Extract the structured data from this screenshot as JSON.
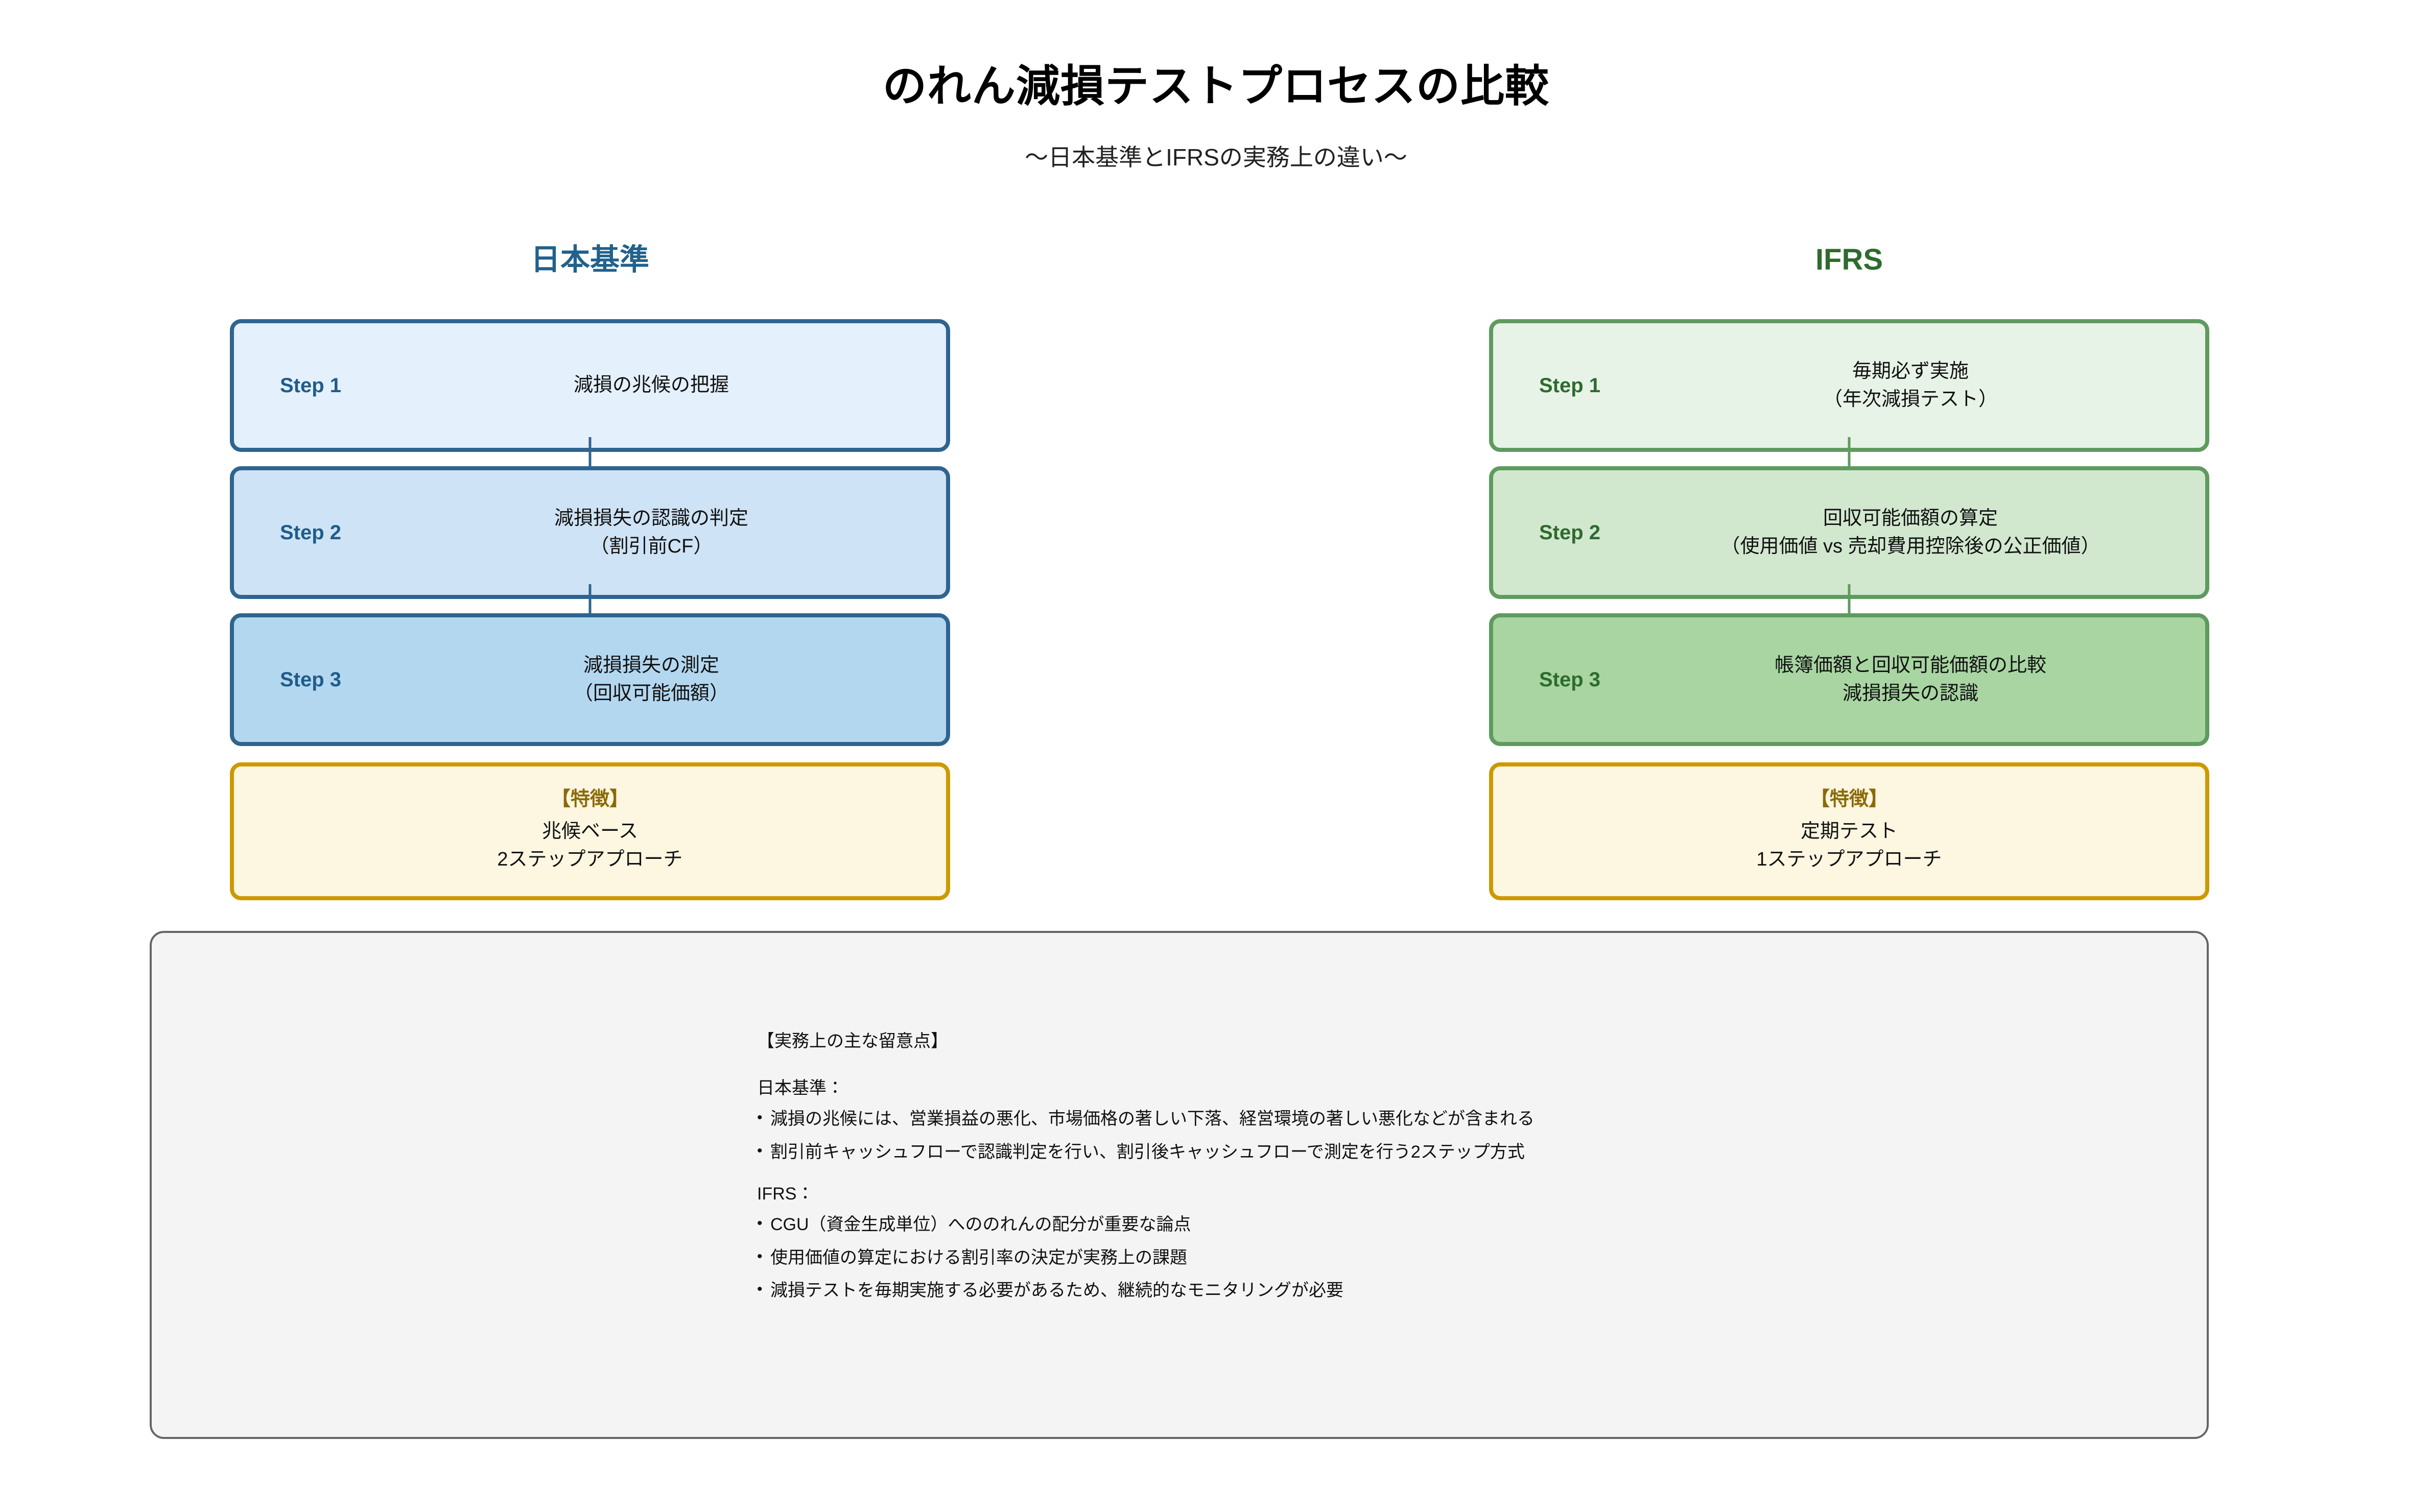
{
  "header": {
    "title": "のれん減損テストプロセスの比較",
    "subtitle": "〜日本基準とIFRSの実務上の違い〜"
  },
  "columns": [
    {
      "id": "japan",
      "header": "日本基準",
      "header_color": "#21618c",
      "border_color": "#2e6490",
      "steps": [
        {
          "label": "Step 1",
          "text": "減損の兆候の把握",
          "fill": "#e4f0fb"
        },
        {
          "label": "Step 2",
          "text": "減損損失の認識の判定\n（割引前CF）",
          "fill": "#cfe3f6"
        },
        {
          "label": "Step 3",
          "text": "減損損失の測定\n（回収可能価額）",
          "fill": "#b4d7f0"
        }
      ],
      "feature": {
        "title": "【特徴】",
        "body": "兆候ベース\n2ステップアプローチ"
      }
    },
    {
      "id": "ifrs",
      "header": "IFRS",
      "header_color": "#2e6b2e",
      "border_color": "#5f9a5f",
      "steps": [
        {
          "label": "Step 1",
          "text": "毎期必ず実施\n（年次減損テスト）",
          "fill": "#e7f3e7"
        },
        {
          "label": "Step 2",
          "text": "回収可能価額の算定\n（使用価値 vs 売却費用控除後の公正価値）",
          "fill": "#d1e8cf"
        },
        {
          "label": "Step 3",
          "text": "帳簿価額と回収可能価額の比較\n減損損失の認識",
          "fill": "#a8d5a2"
        }
      ],
      "feature": {
        "title": "【特徴】",
        "body": "定期テスト\n1ステップアプローチ"
      }
    }
  ],
  "notes": {
    "heading": "【実務上の主な留意点】",
    "groups": [
      {
        "title": "日本基準：",
        "items": [
          "減損の兆候には、営業損益の悪化、市場価格の著しい下落、経営環境の著しい悪化などが含まれる",
          "割引前キャッシュフローで認識判定を行い、割引後キャッシュフローで測定を行う2ステップ方式"
        ]
      },
      {
        "title": "IFRS：",
        "items": [
          "CGU（資金生成単位）へののれんの配分が重要な論点",
          "使用価値の算定における割引率の決定が実務上の課題",
          "減損テストを毎期実施する必要があるため、継続的なモニタリングが必要"
        ]
      }
    ]
  },
  "colors": {
    "feature_border": "#cc9900",
    "feature_fill": "#fdf6e0",
    "feature_title": "#8a6a0a",
    "notes_border": "#666666",
    "notes_fill": "#f4f4f4",
    "arrow_blue": "#2e6490",
    "arrow_green": "#5f9a5f"
  }
}
